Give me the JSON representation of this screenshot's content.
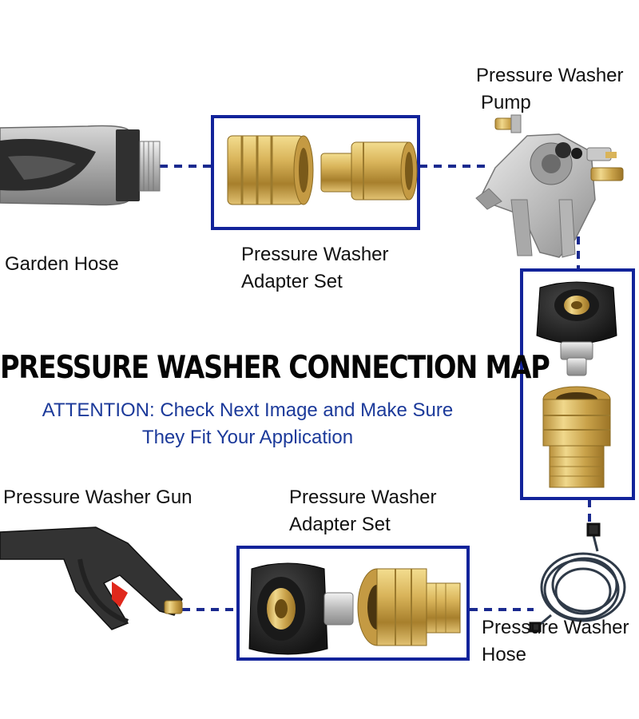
{
  "diagram": {
    "title": "PRESSURE WASHER CONNECTION MAP",
    "attention_line1": "ATTENTION: Check Next Image and Make Sure",
    "attention_line2": "They Fit Your Application"
  },
  "labels": {
    "garden_hose": "Garden Hose",
    "adapter_top_line1": "Pressure Washer",
    "adapter_top_line2": "Adapter Set",
    "pump_line1": "Pressure Washer",
    "pump_line2": "Pump",
    "gun": "Pressure Washer Gun",
    "adapter_bottom_line1": "Pressure Washer",
    "adapter_bottom_line2": "Adapter Set",
    "hose_line1": "Pressure Washer",
    "hose_line2": "Hose"
  },
  "colors": {
    "frame_blue": "#12239a",
    "connector_blue": "#1a2a8f",
    "brass": "#c9a24a",
    "rubber_black": "#1e1e1e",
    "attention_blue": "#1c3a9a"
  },
  "icons": [
    "garden-hose-nozzle-icon",
    "brass-coupler-icon",
    "pump-icon",
    "spray-gun-icon",
    "hose-coil-icon"
  ]
}
